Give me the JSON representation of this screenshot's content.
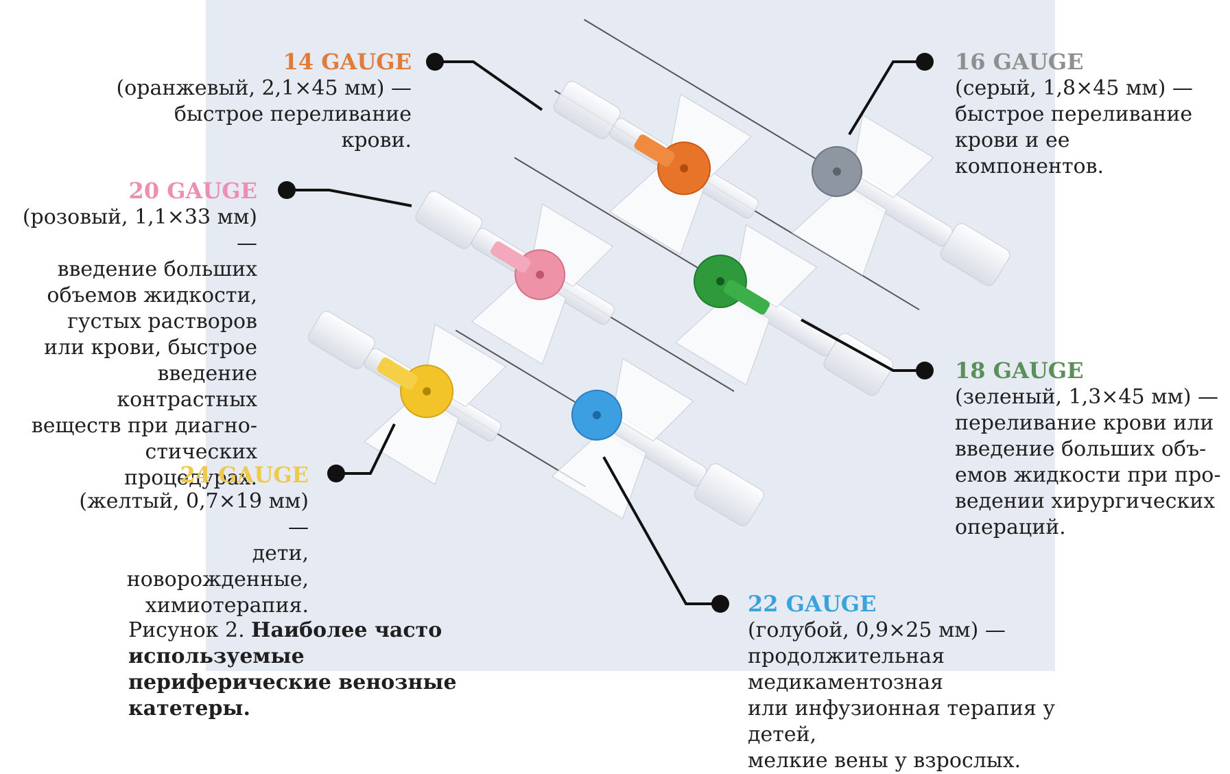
{
  "colors": {
    "orange": "#e8742a",
    "gray": "#8e96a2",
    "pink": "#ee92a8",
    "green": "#2e9a3c",
    "yellow": "#f2c42a",
    "blue": "#3b9fe2",
    "label_orange": "#e07b3a",
    "label_gray": "#8f8f8f",
    "label_pink": "#ec8fb2",
    "label_green": "#5a8f5a",
    "label_yellow": "#f0c94a",
    "label_blue": "#3aa3dc",
    "panel": "#e6eaf2"
  },
  "labels": {
    "g14": {
      "gauge": "14 GAUGE",
      "desc": "(оранжевый, 2,1×45 мм) —\nбыстрое переливание крови."
    },
    "g16": {
      "gauge": "16 GAUGE",
      "desc": "(серый, 1,8×45 мм) —\nбыстрое переливание\nкрови и ее компонентов."
    },
    "g20": {
      "gauge": "20 GAUGE",
      "desc": "(розовый, 1,1×33 мм) —\nвведение больших\nобъемов жидкости,\nгустых растворов\nили крови, быстрое\nвведение контрастных\nвеществ при диагно-\nстических процедурах."
    },
    "g18": {
      "gauge": "18 GAUGE",
      "desc": "(зеленый, 1,3×45 мм) —\nпереливание крови или\nвведение больших объ-\nемов жидкости при про-\nведении хирургических\nопераций."
    },
    "g24": {
      "gauge": "24 GAUGE",
      "desc": "(желтый, 0,7×19 мм) —\nдети, новорожденные,\nхимиотерапия."
    },
    "g22": {
      "gauge": "22 GAUGE",
      "desc": "(голубой, 0,9×25 мм) —\nпродолжительная медикаментозная\nили инфузионная терапия у детей,\nмелкие вены у взрослых."
    }
  },
  "caption": {
    "prefix": "Рисунок 2. ",
    "bold": "Наиболее часто используемые периферические венозные катетеры."
  }
}
